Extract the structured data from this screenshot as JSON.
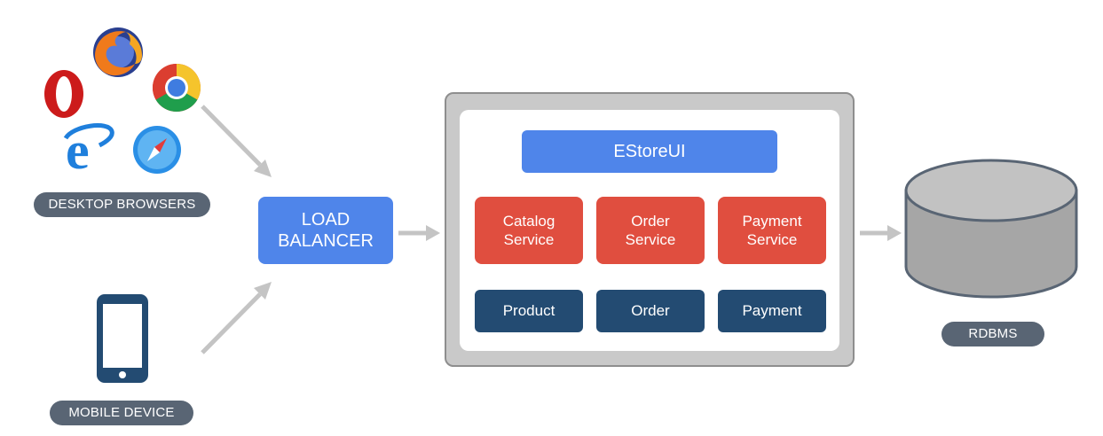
{
  "clients": {
    "desktop_label": "DESKTOP BROWSERS",
    "mobile_label": "MOBILE DEVICE",
    "browser_icons": [
      "opera-icon",
      "firefox-icon",
      "chrome-icon",
      "internet-explorer-icon",
      "safari-icon"
    ],
    "mobile_icon": "smartphone-icon"
  },
  "load_balancer": {
    "line1": "LOAD",
    "line2": "BALANCER"
  },
  "server": {
    "ui": "EStoreUI",
    "services": [
      {
        "line1": "Catalog",
        "line2": "Service"
      },
      {
        "line1": "Order",
        "line2": "Service"
      },
      {
        "line1": "Payment",
        "line2": "Service"
      }
    ],
    "data_modules": [
      "Product",
      "Order",
      "Payment"
    ]
  },
  "database": {
    "label": "RDBMS",
    "icon": "database-cylinder-icon"
  },
  "colors": {
    "primary_blue": "#4f85ea",
    "service_red": "#e04e3f",
    "module_navy": "#234b72",
    "pill_gray": "#596574",
    "arrow_gray": "#c4c4c4",
    "container_gray": "#c9c9c9"
  }
}
